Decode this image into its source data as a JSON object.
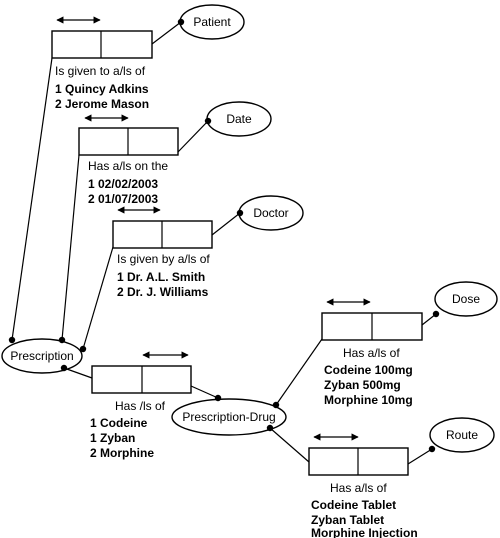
{
  "entities": {
    "patient": "Patient",
    "date": "Date",
    "doctor": "Doctor",
    "prescription": "Prescription",
    "prescription_drug": "Prescription-Drug",
    "dose": "Dose",
    "route": "Route"
  },
  "relations": {
    "patient": {
      "label": "Is given to a/ls of",
      "values": [
        "1 Quincy Adkins",
        "2 Jerome Mason"
      ]
    },
    "date": {
      "label": "Has a/ls on the",
      "values": [
        "1 02/02/2003",
        "2 01/07/2003"
      ]
    },
    "doctor": {
      "label": "Is given by a/ls of",
      "values": [
        "1 Dr. A.L. Smith",
        "2 Dr. J. Williams"
      ]
    },
    "drug": {
      "label": "Has /ls of",
      "values": [
        "1 Codeine",
        "1 Zyban",
        "2 Morphine"
      ]
    },
    "dose": {
      "label": "Has a/ls of",
      "values": [
        "Codeine 100mg",
        "Zyban 500mg",
        "Morphine 10mg"
      ]
    },
    "route": {
      "label": "Has a/ls of",
      "values": [
        "Codeine Tablet",
        "Zyban Tablet",
        "Morphine Injection"
      ]
    }
  }
}
